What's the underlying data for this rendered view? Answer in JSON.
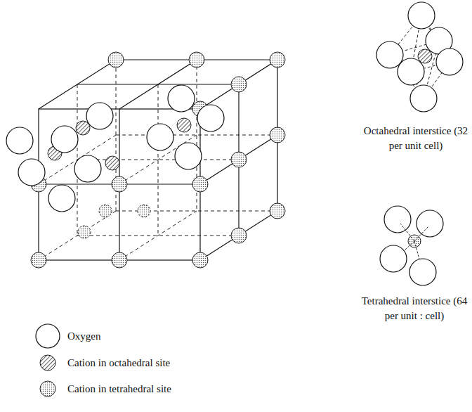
{
  "diagram": {
    "labels": [
      "Octahedral interstice (32 per unit cell)",
      "Tetrahedral interstice (64 per unit : cell)"
    ],
    "legend": [
      {
        "text": "Oxygen"
      },
      {
        "text": "Cation in octahedral site"
      },
      {
        "text": "Cation in tetrahedral site"
      }
    ]
  }
}
